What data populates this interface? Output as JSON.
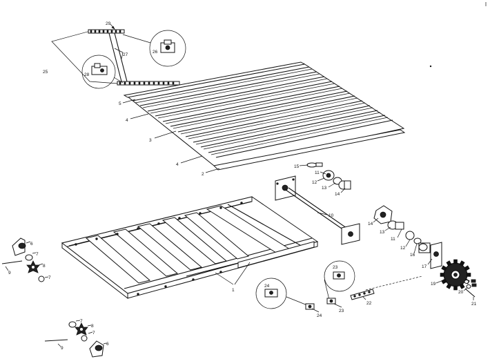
{
  "callouts": {
    "c1": "1",
    "c2": "2",
    "c3": "3",
    "c4a": "4",
    "c4b": "4",
    "c5": "5",
    "c6a": "6",
    "c6b": "6",
    "c7a": "7",
    "c7b": "7",
    "c7c": "7",
    "c7d": "7",
    "c8a": "8",
    "c8b": "8",
    "c9a": "9",
    "c9b": "9",
    "c10": "10",
    "c11a": "11",
    "c11b": "11",
    "c12a": "12",
    "c12b": "12",
    "c13a": "13",
    "c13b": "13",
    "c14a": "14",
    "c14b": "14",
    "c15": "15",
    "c16": "16",
    "c17": "17",
    "c19": "19",
    "c20": "20",
    "c21": "21",
    "c22": "22",
    "c23a": "23",
    "c23b": "23",
    "c24a": "24",
    "c24b": "24",
    "c25": "25",
    "c26": "26",
    "c27": "27",
    "c28": "28",
    "c29": "29"
  },
  "icons": {
    "conveyor_floor": "slat-conveyor-floor-assembly",
    "chain_detail": "drag-chain-detail",
    "frame": "conveyor-frame",
    "sprocket": "drive-sprocket",
    "bearing": "flange-bearing"
  }
}
